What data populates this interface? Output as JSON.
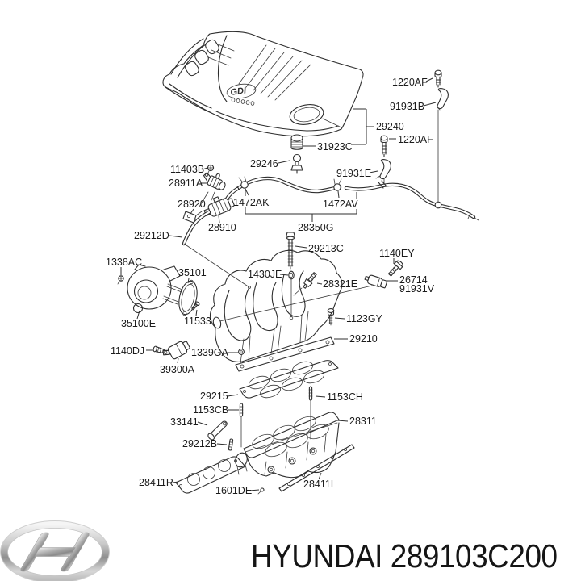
{
  "diagram": {
    "description": "Hyundai intake manifold exploded parts diagram",
    "engine_cover_logo": "GDI"
  },
  "parts": [
    {
      "code": "1220AF"
    },
    {
      "code": "91931B"
    },
    {
      "code": "29240"
    },
    {
      "code": "31923C"
    },
    {
      "code": "1220AF"
    },
    {
      "code": "29246"
    },
    {
      "code": "11403B"
    },
    {
      "code": "91931E"
    },
    {
      "code": "28911A"
    },
    {
      "code": "28920"
    },
    {
      "code": "1472AK"
    },
    {
      "code": "1472AV"
    },
    {
      "code": "28910"
    },
    {
      "code": "28350G"
    },
    {
      "code": "29212D"
    },
    {
      "code": "29213C"
    },
    {
      "code": "1338AC"
    },
    {
      "code": "1140EY"
    },
    {
      "code": "35101"
    },
    {
      "code": "1430JE"
    },
    {
      "code": "28321E"
    },
    {
      "code": "26714"
    },
    {
      "code": "91931V"
    },
    {
      "code": "35100E"
    },
    {
      "code": "11533"
    },
    {
      "code": "1123GY"
    },
    {
      "code": "29210"
    },
    {
      "code": "1140DJ"
    },
    {
      "code": "1339GA"
    },
    {
      "code": "39300A"
    },
    {
      "code": "29215"
    },
    {
      "code": "1153CH"
    },
    {
      "code": "1153CB"
    },
    {
      "code": "33141"
    },
    {
      "code": "28311"
    },
    {
      "code": "29212B"
    },
    {
      "code": "28411R"
    },
    {
      "code": "1601DE"
    },
    {
      "code": "28411L"
    }
  ],
  "footer": {
    "brand": "HYUNDAI",
    "part_number": "289103C200"
  }
}
